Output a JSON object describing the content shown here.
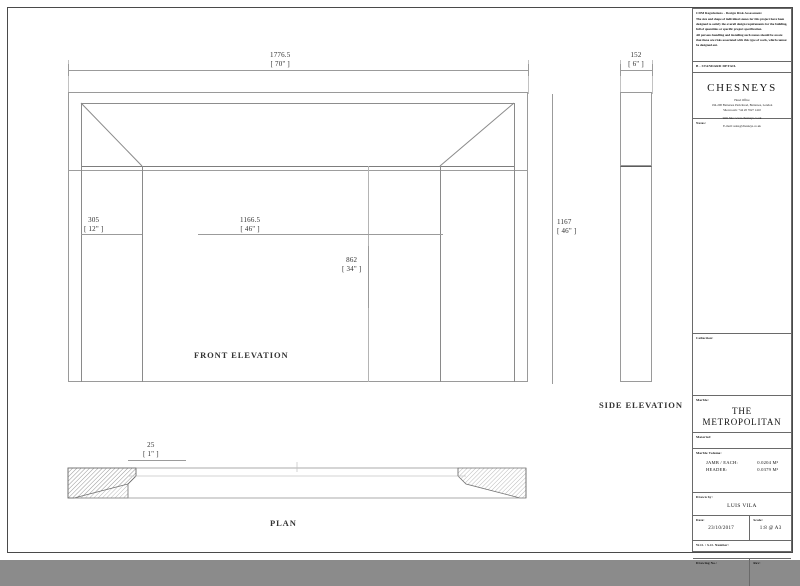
{
  "sheet": {
    "views": {
      "front_elevation_label": "FRONT ELEVATION",
      "side_elevation_label": "SIDE ELEVATION",
      "plan_label": "PLAN"
    },
    "dimensions": {
      "overall_width": {
        "mm": "1776.5",
        "inch": "[ 70\" ]"
      },
      "overall_height": {
        "mm": "1167",
        "inch": "[ 46\" ]"
      },
      "side_depth": {
        "mm": "152",
        "inch": "[ 6\" ]"
      },
      "jamb_width": {
        "mm": "305",
        "inch": "[ 12\" ]"
      },
      "opening_width": {
        "mm": "1166.5",
        "inch": "[ 46\" ]"
      },
      "opening_height": {
        "mm": "862",
        "inch": "[ 34\" ]"
      },
      "plan_projection": {
        "mm": "25",
        "inch": "[ 1\" ]"
      }
    }
  },
  "titleblock": {
    "cdm_heading": "CDM Regulations - Design Risk Assessment",
    "cdm_paragraphs": [
      "The size and shape of individual stones for this project have been designed to satisfy the overall design requirements for the building, full of quantities or specific project specification.",
      "All persons handling and installing such stones should be aware that these are risks associated with this type of work, which cannot be designed out."
    ],
    "revision_label": "B - STANDARD DETAIL",
    "brand_name": "CHESNEYS",
    "brand_office_label": "Head Office",
    "brand_address": "194-200 Battersea Park Road, Battersea, London",
    "brand_address2": "Showroom: +44 20 7627 1410",
    "brand_web": "Web Site: www.chesneys.co.uk",
    "brand_email": "E-mail: sales@chesneys.co.uk",
    "notes_label": "Notes:",
    "collection_label": "Collection:",
    "marble_label": "Marble:",
    "marble_title_line1": "THE",
    "marble_title_line2": "METROPOLITAN",
    "material_label": "Material:",
    "marble_volume_label": "Marble Volume:",
    "volume_rows": [
      {
        "key": "JAMB / EACH:",
        "value": "0.0204 M³"
      },
      {
        "key": "HEADER:",
        "value": "0.0379 M³"
      }
    ],
    "drawn_by_label": "Drawn by:",
    "drawn_by_value": "LUIS VILA",
    "date_label": "Date:",
    "date_value": "23/10/2017",
    "scale_label": "Scale:",
    "scale_value": "1:8  @ A3",
    "wo_label": "W.O. / S.O. Number:",
    "wo_value": "",
    "drawing_no_label": "Drawing No.:",
    "drawing_no_value": "",
    "rev_label": "Rev:",
    "rev_value": ""
  }
}
